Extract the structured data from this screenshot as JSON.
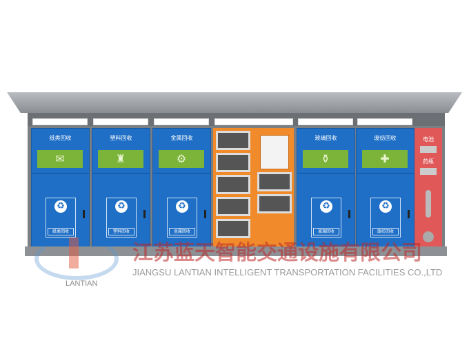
{
  "bins": [
    {
      "title": "纸类回收",
      "label": "纸类回收",
      "icon": "paper-icon",
      "glyph": "✉"
    },
    {
      "title": "塑料回收",
      "label": "塑料回收",
      "icon": "plastic-bag-icon",
      "glyph": "♜"
    },
    {
      "title": "金属回收",
      "label": "金属回收",
      "icon": "metal-icon",
      "glyph": "⚙"
    },
    {
      "title": "玻璃回收",
      "label": "玻璃回收",
      "icon": "bottle-icon",
      "glyph": "⚱"
    },
    {
      "title": "废纺回收",
      "label": "废纺回收",
      "icon": "clothing-icon",
      "glyph": "✚"
    }
  ],
  "hazard": {
    "battery": "电池",
    "medicine": "药瓶"
  },
  "watermark": {
    "cn": "江苏蓝天智能交通设施有限公司",
    "en": "JIANGSU LANTIAN INTELLIGENT TRANSPORTATION FACILITIES CO.,LTD",
    "logo": "LANTIAN"
  },
  "colors": {
    "bin": "#1f6fc6",
    "green": "#7cb43a",
    "orange": "#f08a2a",
    "red": "#e05858"
  }
}
